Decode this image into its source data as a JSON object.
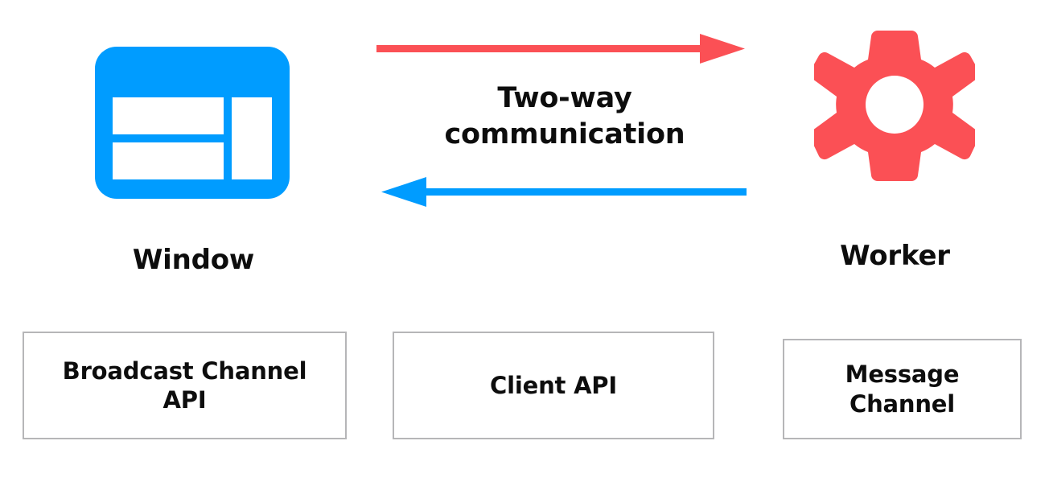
{
  "diagram": {
    "title": "Two-way communication between Window and Worker",
    "colors": {
      "window_blue": "#009CFF",
      "worker_red": "#FB5055",
      "text_black": "#0D0D0D",
      "box_border_gray": "#B6B6B8",
      "background": "#FFFFFF"
    },
    "nodes": [
      {
        "id": "window",
        "label": "Window",
        "icon": "window-icon",
        "icon_color": "#009CFF"
      },
      {
        "id": "worker",
        "label": "Worker",
        "icon": "gear-icon",
        "icon_color": "#FB5055"
      }
    ],
    "connection": {
      "caption_line_1": "Two-way",
      "caption_line_2": "communication",
      "arrows": [
        {
          "id": "window-to-worker",
          "direction": "right",
          "color": "#FB5055",
          "from": "window",
          "to": "worker"
        },
        {
          "id": "worker-to-window",
          "direction": "left",
          "color": "#009CFF",
          "from": "worker",
          "to": "window"
        }
      ]
    },
    "api_boxes": [
      {
        "id": "broadcast-channel-api",
        "line_1": "Broadcast Channel",
        "line_2": "API"
      },
      {
        "id": "client-api",
        "line_1": "Client API",
        "line_2": ""
      },
      {
        "id": "message-channel",
        "line_1": "Message",
        "line_2": "Channel"
      }
    ]
  }
}
